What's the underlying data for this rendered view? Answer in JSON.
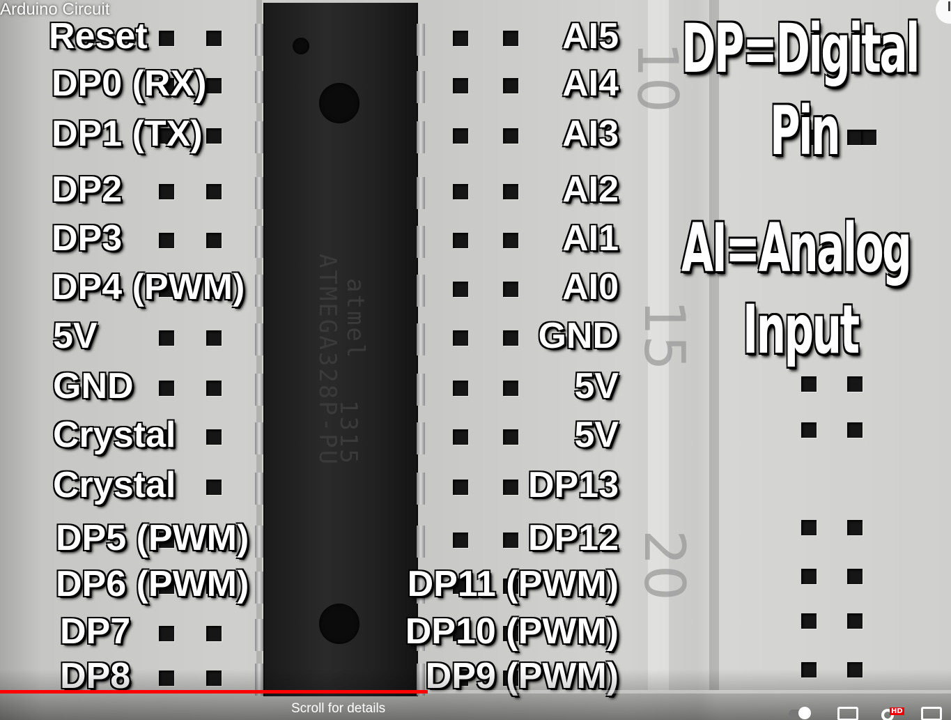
{
  "video": {
    "title": "Arduino Circuit",
    "scroll_hint": "Scroll for details",
    "progress_fraction": 0.45,
    "hd_badge": "HD"
  },
  "chip": {
    "maker": "atmel",
    "part": "ATMEGA328P-PU",
    "code": "1315"
  },
  "left_labels": [
    "Reset",
    "DP0 (RX)",
    "DP1 (TX)",
    "DP2",
    "DP3",
    "DP4 (PWM)",
    "5V",
    "GND",
    "Crystal",
    "Crystal",
    "DP5 (PWM)",
    "DP6 (PWM)",
    "DP7",
    "DP8"
  ],
  "right_labels": [
    "AI5",
    "AI4",
    "AI3",
    "AI2",
    "AI1",
    "AI0",
    "GND",
    "5V",
    "5V",
    "DP13",
    "DP12",
    "DP11 (PWM)",
    "DP10 (PWM)",
    "DP9 (PWM)"
  ],
  "legend": {
    "dp_line1": "DP=Digital",
    "dp_line2": "Pin",
    "ai_line1": "AI=Analog",
    "ai_line2": "Input"
  },
  "board_numbers": [
    "10",
    "15",
    "20"
  ],
  "colors": {
    "progress": "#ff0000",
    "label_text": "#ffffff"
  }
}
